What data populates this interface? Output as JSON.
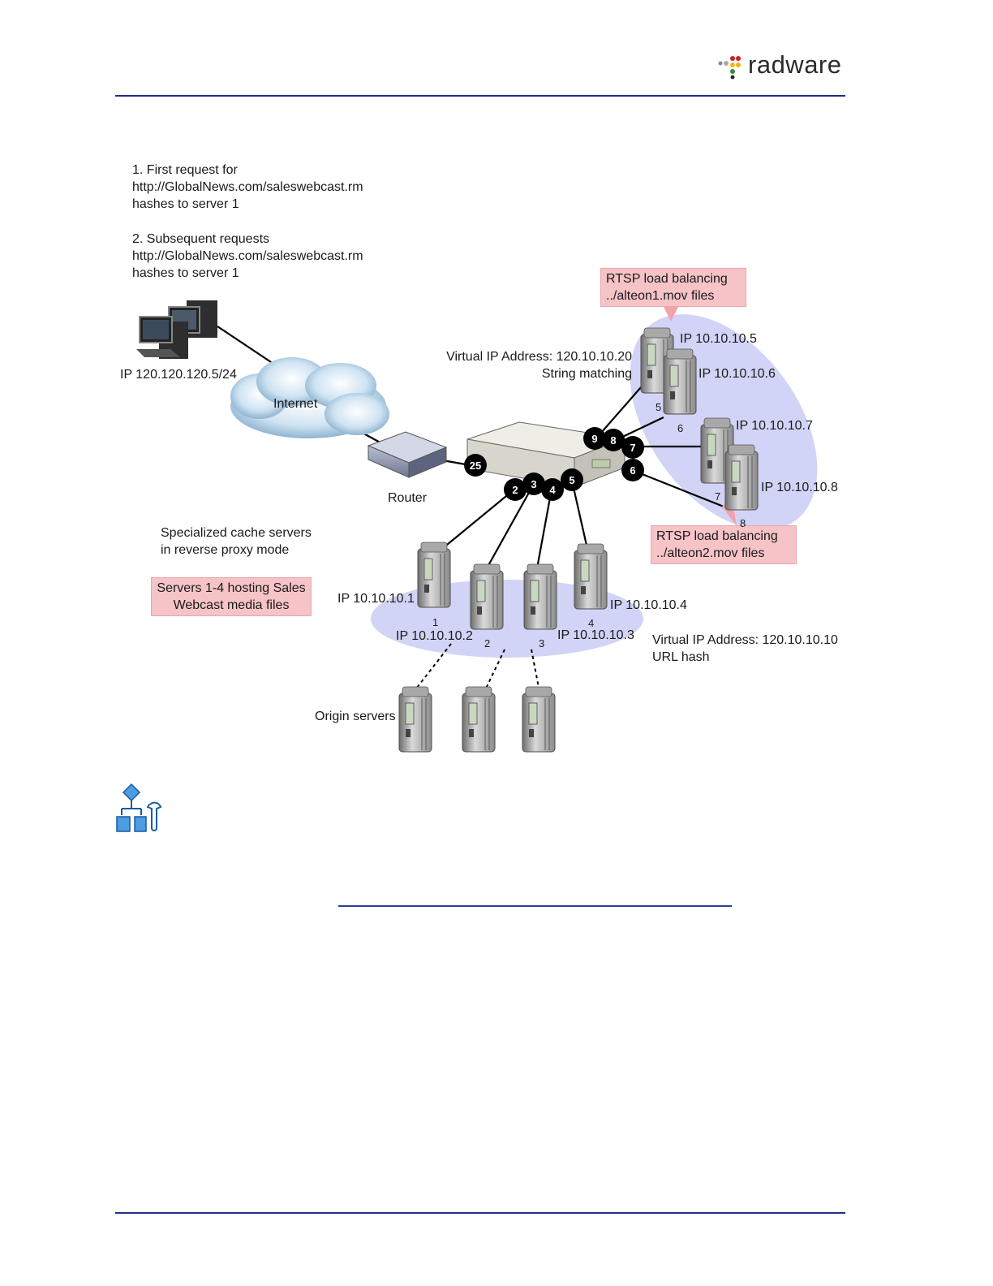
{
  "header": {
    "logo_text": "radware"
  },
  "diagram": {
    "notes": {
      "first_request": [
        "1. First request for",
        "http://GlobalNews.com/saleswebcast.rm",
        "hashes to server 1"
      ],
      "subsequent_requests": [
        "2. Subsequent requests",
        "http://GlobalNews.com/saleswebcast.rm",
        "hashes to server 1"
      ]
    },
    "client_ip": "IP 120.120.120.5/24",
    "internet_label": "Internet",
    "router_label": "Router",
    "vip_string": [
      "Virtual IP Address: 120.10.10.20",
      "String matching"
    ],
    "vip_url": [
      "Virtual IP Address: 120.10.10.10",
      "URL hash"
    ],
    "rtsp1": [
      "RTSP load balancing",
      "../alteon1.mov files"
    ],
    "rtsp2": [
      "RTSP load balancing",
      "../alteon2.mov files"
    ],
    "cache_servers": [
      "Specialized cache servers",
      "in reverse proxy mode"
    ],
    "servers_box": [
      "Servers 1-4 hosting Sales",
      "Webcast media files"
    ],
    "origin_servers": "Origin servers",
    "server_ips": {
      "s1": "IP 10.10.10.1",
      "s2": "IP 10.10.10.2",
      "s3": "IP 10.10.10.3",
      "s4": "IP 10.10.10.4",
      "s5": "IP 10.10.10.5",
      "s6": "IP 10.10.10.6",
      "s7": "IP 10.10.10.7",
      "s8": "IP 10.10.10.8"
    },
    "server_numbers": [
      "1",
      "2",
      "3",
      "4",
      "5",
      "6",
      "7",
      "8"
    ],
    "ports": [
      "25",
      "2",
      "3",
      "4",
      "5",
      "9",
      "8",
      "7",
      "6"
    ]
  },
  "colors": {
    "rule": "#1f2f8a",
    "pink": "#f6c3c6",
    "ellipse": "#c9cdf5",
    "port": "#000000"
  }
}
